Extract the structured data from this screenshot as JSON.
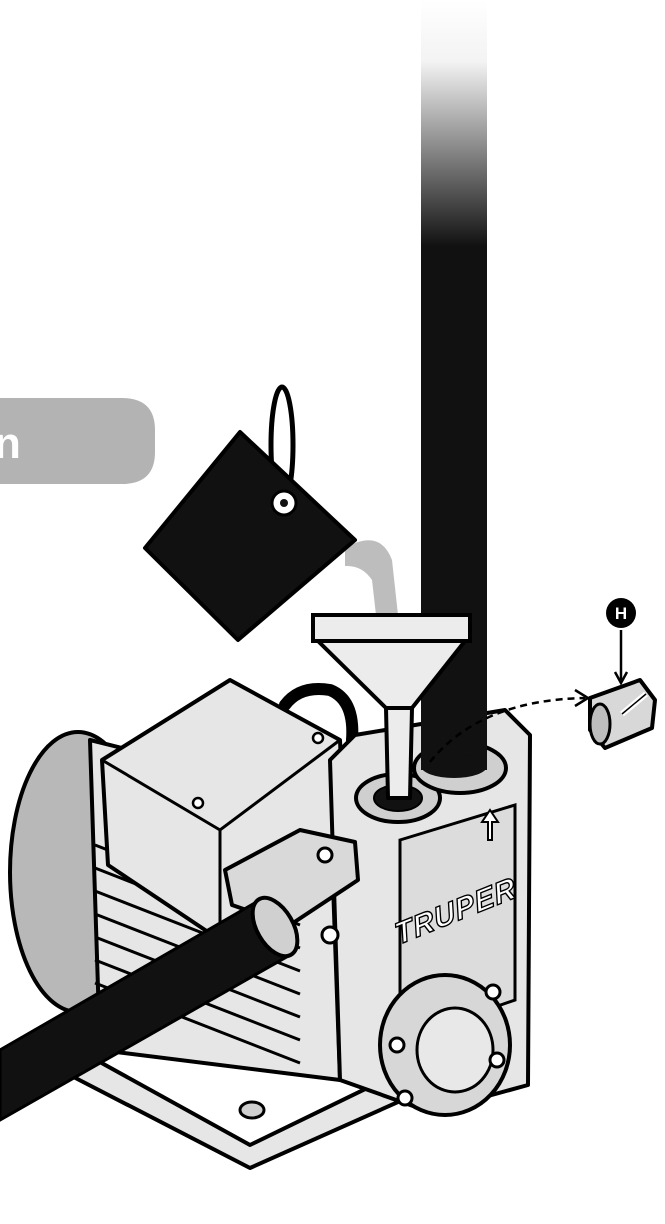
{
  "banner": {
    "text": "n"
  },
  "pump": {
    "brand": "TRUPER"
  },
  "callout": {
    "label": "H"
  },
  "colors": {
    "line": "#000000",
    "body_fill": "#e6e6e6",
    "body_shade": "#cfcfcf",
    "motor_disc": "#b8b8b8",
    "pipe": "#111111",
    "banner": "#b3b3b3",
    "water": "#bdbdbd"
  },
  "icons": [
    "bucket-icon",
    "funnel-icon",
    "plug-cap-icon",
    "arrow-up-icon"
  ]
}
